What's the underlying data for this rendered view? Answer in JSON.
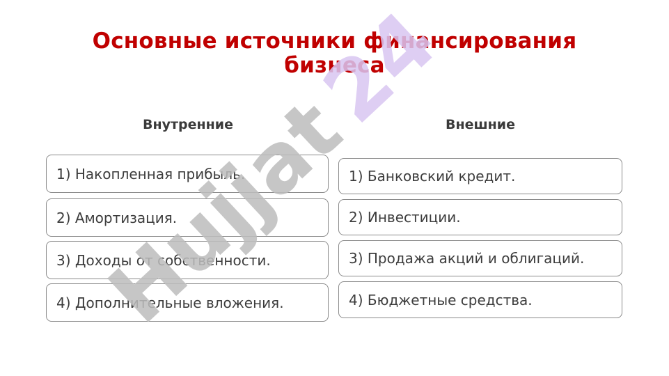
{
  "title_line1": "Основные источники финансирования",
  "title_line2": "бизнеса",
  "columns": {
    "internal": {
      "heading": "Внутренние",
      "items": [
        "1) Накопленная прибыль.",
        "2) Амортизация.",
        "3) Доходы от собственности.",
        "4) Дополнительные вложения."
      ]
    },
    "external": {
      "heading": "Внешние",
      "items": [
        "1) Банковский кредит.",
        "2) Инвестиции.",
        "3) Продажа акций и облигаций.",
        "4) Бюджетные средства."
      ]
    }
  },
  "watermark": {
    "text_gray": "Hujjat",
    "text_purple": "24",
    "color_gray": "#bdbdbd",
    "color_purple": "#d9c6f2"
  },
  "colors": {
    "title": "#c00000",
    "text": "#3c3c3c",
    "border": "#8a8a8a"
  }
}
